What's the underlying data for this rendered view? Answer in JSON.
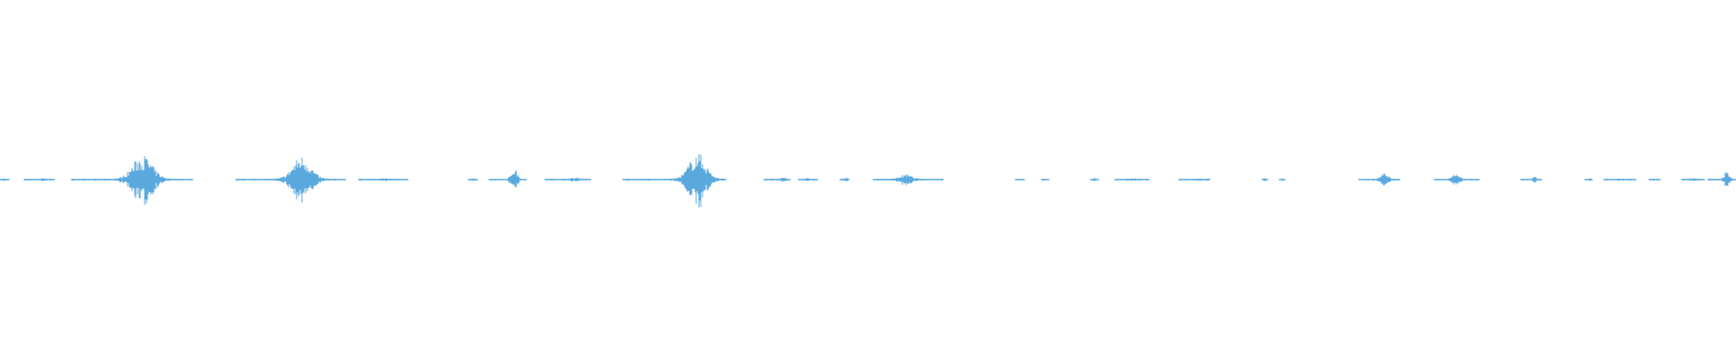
{
  "waveform": {
    "color": "#5aa9de",
    "bursts": [
      {
        "start": 0.0,
        "end": 0.005,
        "amplitude": 0.01
      },
      {
        "start": 0.014,
        "end": 0.031,
        "amplitude": 0.01
      },
      {
        "start": 0.041,
        "end": 0.111,
        "amplitude": 0.42
      },
      {
        "start": 0.136,
        "end": 0.199,
        "amplitude": 0.4
      },
      {
        "start": 0.207,
        "end": 0.235,
        "amplitude": 0.01
      },
      {
        "start": 0.27,
        "end": 0.275,
        "amplitude": 0.01
      },
      {
        "start": 0.282,
        "end": 0.303,
        "amplitude": 0.18
      },
      {
        "start": 0.314,
        "end": 0.34,
        "amplitude": 0.02
      },
      {
        "start": 0.359,
        "end": 0.418,
        "amplitude": 0.46
      },
      {
        "start": 0.44,
        "end": 0.455,
        "amplitude": 0.02
      },
      {
        "start": 0.46,
        "end": 0.471,
        "amplitude": 0.01
      },
      {
        "start": 0.484,
        "end": 0.489,
        "amplitude": 0.05
      },
      {
        "start": 0.503,
        "end": 0.543,
        "amplitude": 0.08
      },
      {
        "start": 0.585,
        "end": 0.59,
        "amplitude": 0.01
      },
      {
        "start": 0.6,
        "end": 0.604,
        "amplitude": 0.01
      },
      {
        "start": 0.628,
        "end": 0.633,
        "amplitude": 0.01
      },
      {
        "start": 0.642,
        "end": 0.662,
        "amplitude": 0.01
      },
      {
        "start": 0.679,
        "end": 0.697,
        "amplitude": 0.01
      },
      {
        "start": 0.727,
        "end": 0.73,
        "amplitude": 0.01
      },
      {
        "start": 0.737,
        "end": 0.74,
        "amplitude": 0.01
      },
      {
        "start": 0.783,
        "end": 0.806,
        "amplitude": 0.12
      },
      {
        "start": 0.826,
        "end": 0.852,
        "amplitude": 0.08
      },
      {
        "start": 0.876,
        "end": 0.888,
        "amplitude": 0.04
      },
      {
        "start": 0.913,
        "end": 0.917,
        "amplitude": 0.01
      },
      {
        "start": 0.924,
        "end": 0.942,
        "amplitude": 0.01
      },
      {
        "start": 0.95,
        "end": 0.956,
        "amplitude": 0.01
      },
      {
        "start": 0.969,
        "end": 0.982,
        "amplitude": 0.01
      },
      {
        "start": 0.984,
        "end": 1.0,
        "amplitude": 0.14
      }
    ]
  }
}
